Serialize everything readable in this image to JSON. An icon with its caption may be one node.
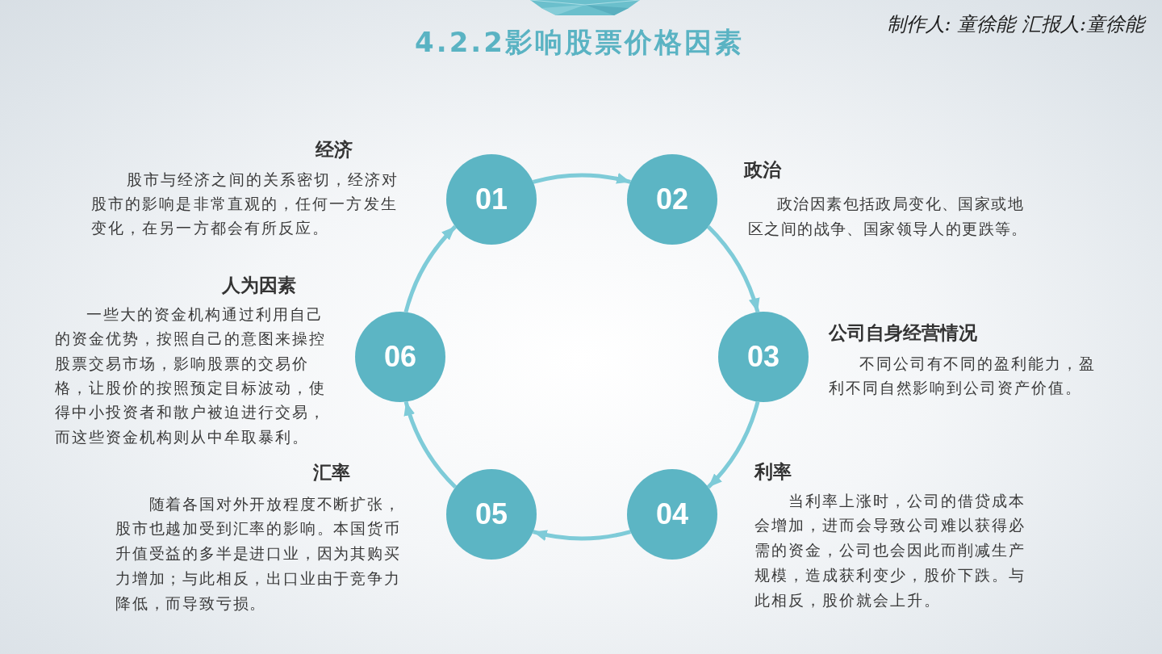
{
  "diagram": {
    "title": "4.2.2影响股票价格因素",
    "nodes": [
      {
        "text": [
          "01"
        ],
        "beside": [
          "经济",
          "股市与经济之间的关系密切，经济对股市的影响是非常直观的，任何一方发生变化，在另一方都会有所反应。"
        ]
      },
      {
        "text": [
          "02"
        ],
        "beside": [
          "政治",
          "政治因素包括政局变化、国家或地区之间的战争、国家领导人的更跌等。"
        ]
      },
      {
        "text": [
          "03"
        ],
        "beside": [
          "公司自身经营情况",
          "不同公司有不同的盈利能力，盈利不同自然影响到公司资产价值。"
        ]
      },
      {
        "text": [
          "04"
        ],
        "beside": [
          "利率",
          "当利率上涨时，公司的借贷成本会增加，进而会导致公司难以获得必需的资金，公司也会因此而削减生产规模，造成获利变少，股价下跌。与此相反，股价就会上升。"
        ]
      },
      {
        "text": [
          "05"
        ],
        "beside": [
          "汇率",
          "随着各国对外开放程度不断扩张，股市也越加受到汇率的影响。本国货币升值受益的多半是进口业，因为其购买力增加；与此相反，出口业由于竞争力降低，而导致亏损。"
        ]
      },
      {
        "text": [
          "06"
        ],
        "beside": [
          "人为因素",
          "一些大的资金机构通过利用自己的资金优势，按照自己的意图来操控股票交易市场，影响股票的交易价格，让股价的按照预定目标波动，使得中小投资者和散户被迫进行交易，而这些资金机构则从中牟取暴利。"
        ]
      }
    ],
    "edges": [
      {
        "from": 0,
        "to": 1,
        "arrow": "to"
      },
      {
        "from": 1,
        "to": 2,
        "arrow": "to"
      },
      {
        "from": 2,
        "to": 3,
        "arrow": "to"
      },
      {
        "from": 3,
        "to": 4,
        "arrow": "to"
      },
      {
        "from": 4,
        "to": 5,
        "arrow": "to"
      },
      {
        "from": 5,
        "to": 0,
        "arrow": "to"
      }
    ],
    "labels": [
      "制作人: 童徐能 汇报人:童徐能"
    ]
  }
}
